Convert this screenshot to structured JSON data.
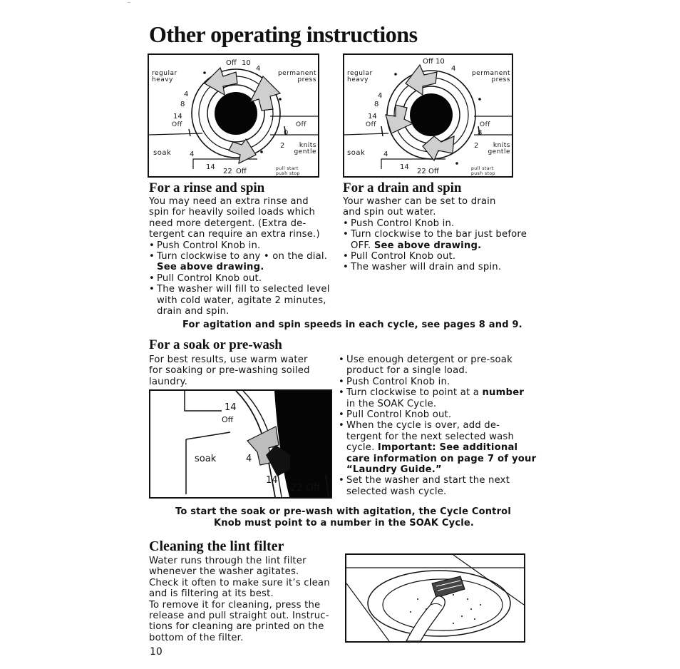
{
  "page": {
    "title": "Other operating instructions",
    "page_number": "10",
    "corner_mark": "~"
  },
  "dial": {
    "regular_heavy": [
      "regular",
      "heavy"
    ],
    "permanent_press": [
      "permanent",
      "press"
    ],
    "knits_gentle": [
      "knits",
      "gentle"
    ],
    "soak": "soak",
    "off": "Off",
    "pull_push": [
      "pull start",
      "push stop"
    ],
    "n10": "10",
    "n4": "4",
    "n8": "8",
    "n14": "14",
    "n2": "2",
    "n22": "22",
    "n0": "0"
  },
  "rinse": {
    "heading": "For a rinse and spin",
    "lines": [
      "You may need an extra rinse and",
      "spin for heavily soiled loads which",
      "need more detergent. (Extra de-",
      "tergent can require an extra rinse.)"
    ],
    "b1": "Push Control Knob in.",
    "b2": "Turn clockwise to any • on the dial.",
    "b2_bold": "See above drawing.",
    "b3": "Pull Control Knob out.",
    "b4": [
      "The washer will fill to selected level",
      "with cold water, agitate 2 minutes,",
      "drain and spin."
    ]
  },
  "drain": {
    "heading": "For a drain and spin",
    "lines": [
      "Your washer can be set to drain",
      "and spin out water."
    ],
    "b1": "Push Control Knob in.",
    "b2": "Turn clockwise to the bar just before",
    "b2_cont": "OFF.",
    "b2_bold": "See above drawing.",
    "b3": "Pull Control Knob out.",
    "b4": "The washer will drain and spin."
  },
  "agitation_note": "For agitation and spin speeds in each cycle, see pages 8 and 9.",
  "soak": {
    "heading": "For a soak or pre-wash",
    "lines": [
      "For best results, use warm water",
      "for soaking or pre-washing soiled",
      "laundry."
    ],
    "b1": [
      "Use enough detergent or pre-soak",
      "product for a single load."
    ],
    "b2": "Push Control Knob in.",
    "b3a": "Turn clockwise to point at a",
    "b3_bold": "number",
    "b3b": "in the SOAK Cycle.",
    "b4": "Pull Control Knob out.",
    "b5": [
      "When the cycle is over, add de-",
      "tergent for the next selected wash"
    ],
    "b5c": "cycle.",
    "b5_bold": [
      "Important: See additional",
      "care information on page 7 of your",
      "“Laundry Guide.”"
    ],
    "b6": [
      "Set the washer and start the next",
      "selected wash cycle."
    ],
    "note": [
      "To start the soak or pre-wash with agitation, the Cycle Control",
      "Knob must point to a number in the SOAK Cycle."
    ],
    "closeup": {
      "n14": "14",
      "off": "Off",
      "soak": "soak",
      "n4": "4",
      "n14b": "14",
      "n22": "22",
      "off2": "Off"
    }
  },
  "lint": {
    "heading": "Cleaning the lint filter",
    "lines": [
      "Water runs through the lint filter",
      "whenever the washer agitates.",
      "Check it often to make sure it’s clean",
      "and is filtering at its best.",
      "To remove it for cleaning, press the",
      "release and pull straight out. Instruc-",
      "tions for cleaning are printed on the",
      "bottom of the filter."
    ]
  }
}
